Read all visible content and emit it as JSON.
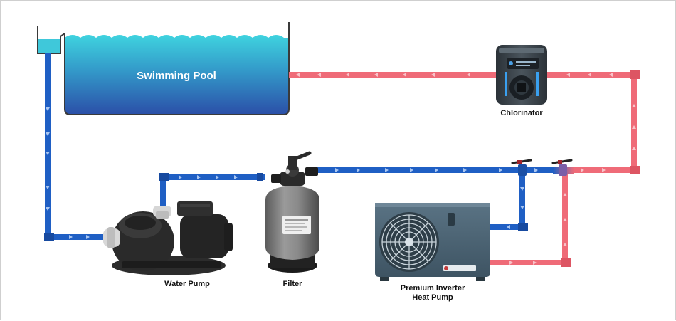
{
  "labels": {
    "pool": "Swimming Pool",
    "chlorinator": "Chlorinator",
    "water_pump": "Water Pump",
    "filter": "Filter",
    "heat_pump_line1": "Premium Inverter",
    "heat_pump_line2": "Heat Pump"
  },
  "colors": {
    "cold_pipe": "#1f5fc4",
    "hot_pipe": "#ef6b78",
    "pool_water_top": "#3fd3df",
    "pool_water_bottom": "#2d5fb3",
    "frame_border": "#cfcfcf"
  },
  "icons": {
    "flow_arrow": "flow-arrow-icon",
    "valve": "valve-icon"
  }
}
